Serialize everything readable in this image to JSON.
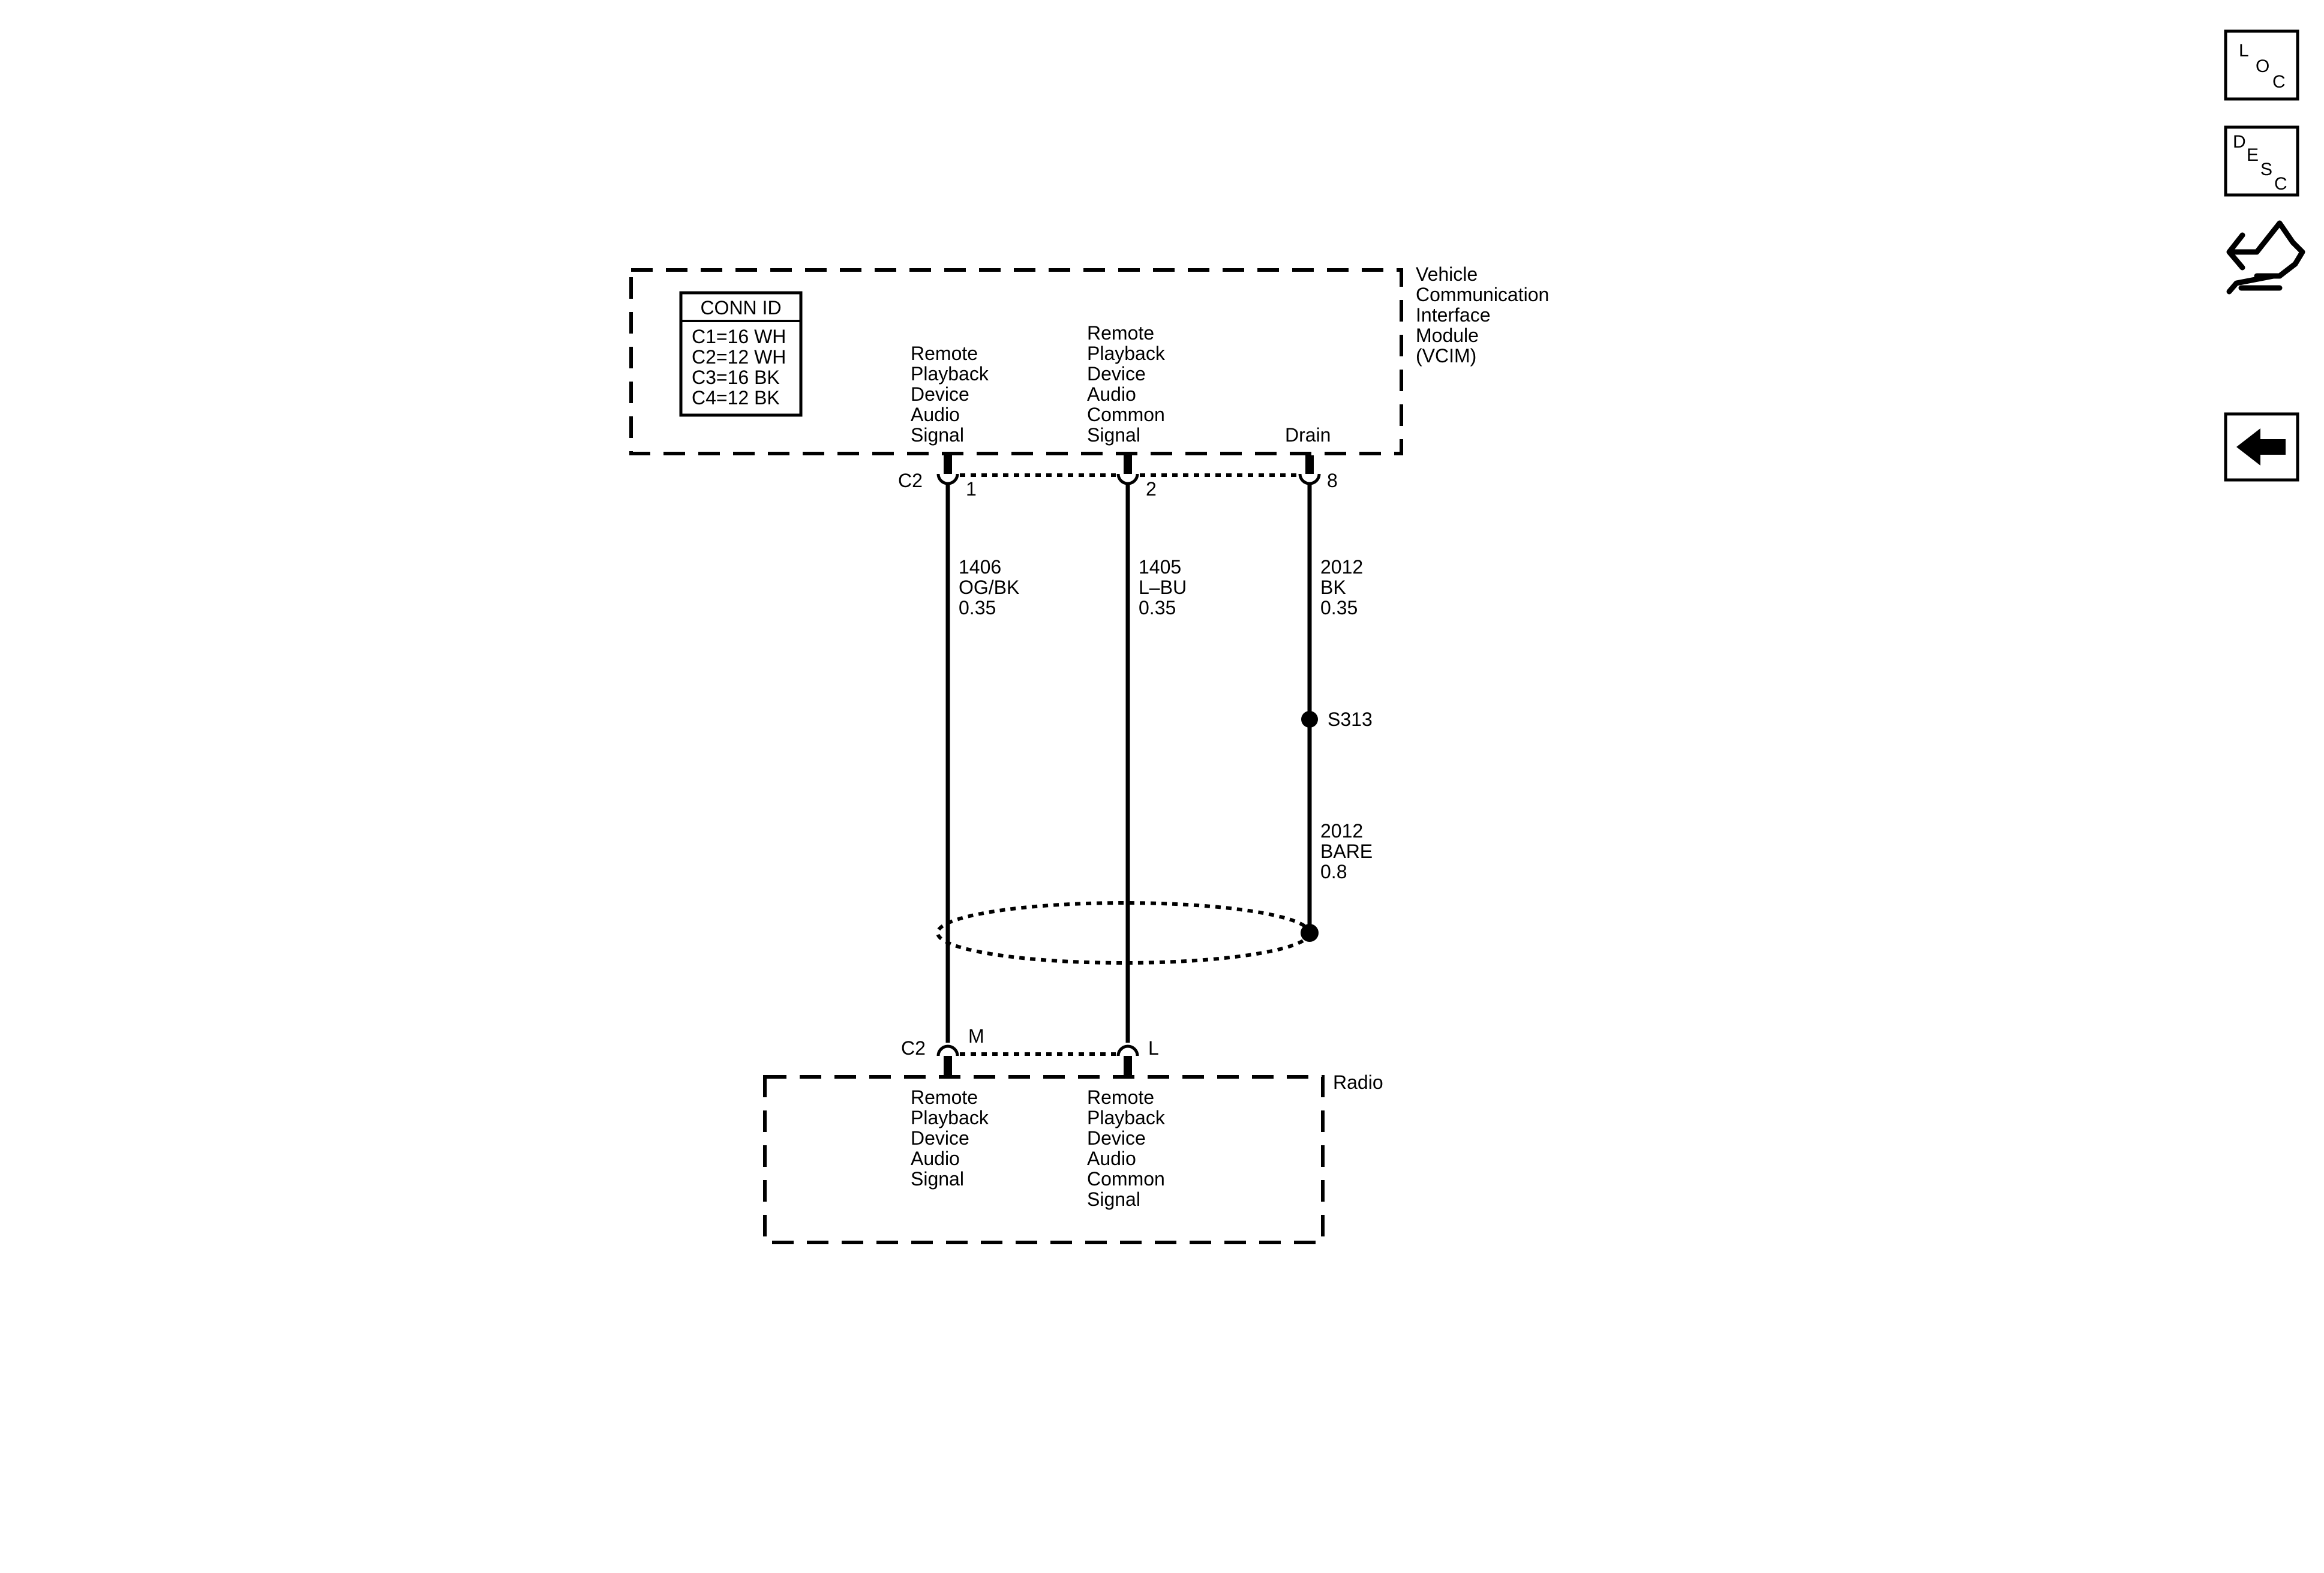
{
  "vcim": {
    "name_lines": [
      "Vehicle",
      "Communication",
      "Interface",
      "Module",
      "(VCIM)"
    ],
    "conn_id_title": "CONN ID",
    "conn_id_rows": [
      "C1=16 WH",
      "C2=12 WH",
      "C3=16 BK",
      "C4=12 BK"
    ],
    "pin_labels": [
      [
        "Remote",
        "Playback",
        "Device",
        "Audio",
        "Signal"
      ],
      [
        "Remote",
        "Playback",
        "Device",
        "Audio",
        "Common",
        "Signal"
      ],
      [
        "Drain"
      ]
    ],
    "connector": "C2",
    "pins": [
      "1",
      "2",
      "8"
    ]
  },
  "wires": [
    {
      "circuit": "1406",
      "color": "OG/BK",
      "gauge": "0.35"
    },
    {
      "circuit": "1405",
      "color": "L–BU",
      "gauge": "0.35"
    },
    {
      "circuit": "2012",
      "color": "BK",
      "gauge": "0.35"
    }
  ],
  "splice": {
    "id": "S313",
    "circuit": "2012",
    "color": "BARE",
    "gauge": "0.8"
  },
  "radio": {
    "name": "Radio",
    "connector": "C2",
    "pins": [
      "M",
      "L"
    ],
    "pin_labels": [
      [
        "Remote",
        "Playback",
        "Device",
        "Audio",
        "Signal"
      ],
      [
        "Remote",
        "Playback",
        "Device",
        "Audio",
        "Common",
        "Signal"
      ]
    ]
  },
  "nav": {
    "loc": [
      "L",
      "O",
      "C"
    ],
    "desc": [
      "D",
      "E",
      "S",
      "C"
    ],
    "icons": [
      "location-icon",
      "description-icon",
      "connector-end-view-icon",
      "back-arrow-icon"
    ]
  }
}
